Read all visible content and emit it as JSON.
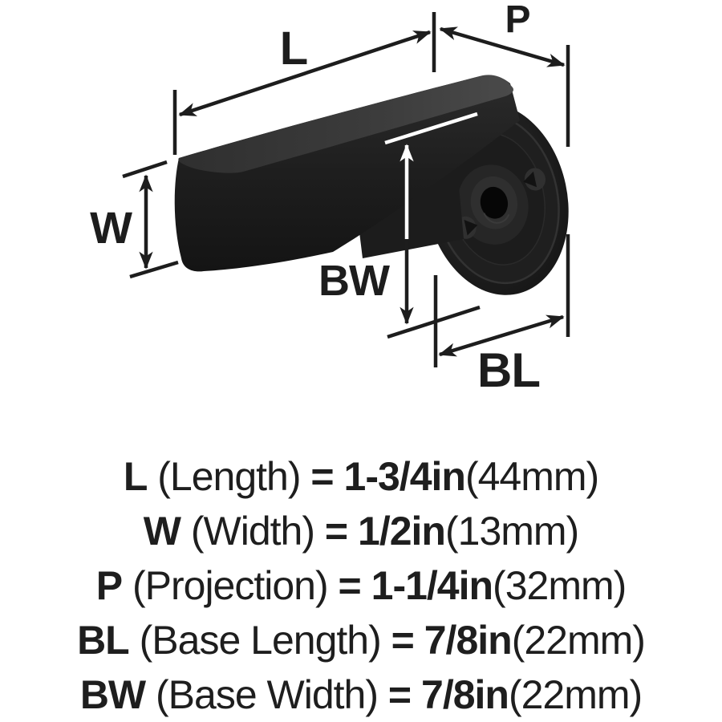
{
  "diagram": {
    "labels": {
      "length": "L",
      "projection": "P",
      "width": "W",
      "base_width": "BW",
      "base_length": "BL"
    },
    "colors": {
      "ink": "#1d1d1d",
      "knob_black": "#1a1a1a",
      "knob_top_highlight": "#474747",
      "bw_marker_white": "#ffffff",
      "background": "#ffffff"
    }
  },
  "specs": [
    {
      "symbol": "L",
      "name": "(Length)",
      "eq": "=",
      "imperial": "1-3/4in",
      "metric": "(44mm)"
    },
    {
      "symbol": "W",
      "name": "(Width)",
      "eq": "=",
      "imperial": "1/2in",
      "metric": "(13mm)"
    },
    {
      "symbol": "P",
      "name": "(Projection)",
      "eq": "=",
      "imperial": "1-1/4in",
      "metric": "(32mm)"
    },
    {
      "symbol": "BL",
      "name": "(Base Length)",
      "eq": "=",
      "imperial": "7/8in",
      "metric": "(22mm)"
    },
    {
      "symbol": "BW",
      "name": "(Base Width)",
      "eq": "=",
      "imperial": "7/8in",
      "metric": "(22mm)"
    }
  ]
}
